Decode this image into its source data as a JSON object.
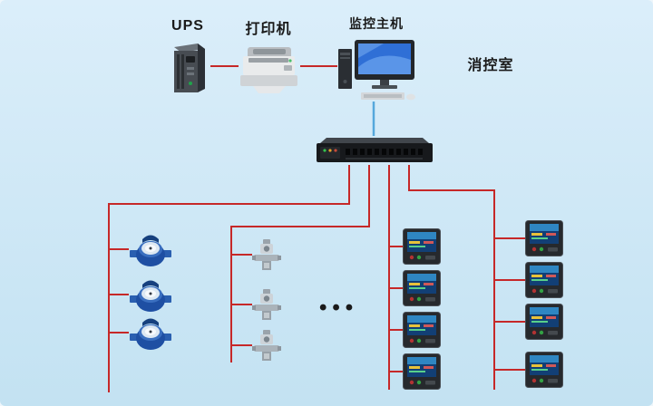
{
  "colors": {
    "bg-top": "#dbeefa",
    "bg-bottom": "#c3e2f2",
    "wire-red": "#c62828",
    "wire-blue": "#56a8dc",
    "label": "#1a1a1a"
  },
  "labels": {
    "ups": "UPS",
    "printer": "打印机",
    "host": "监控主机",
    "room": "消控室",
    "ellipsis": "•••"
  },
  "devices": {
    "water_meters": 3,
    "pipe_sensors": 3,
    "power_meters_left_column": 4,
    "power_meters_right_column": 4
  }
}
